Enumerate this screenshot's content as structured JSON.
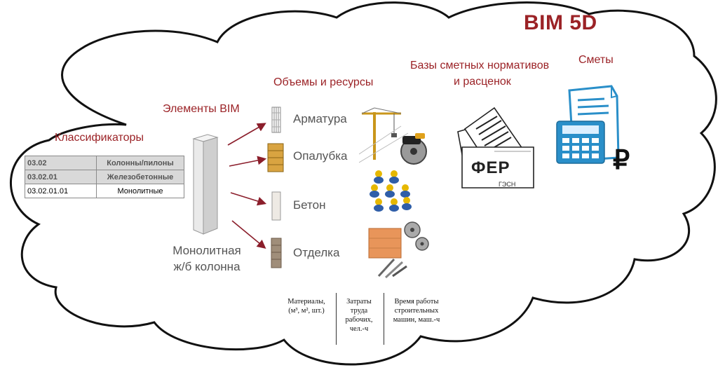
{
  "title": "BIM 5D",
  "classifiers": {
    "heading": "Классификаторы",
    "rows": [
      {
        "code": "03.02",
        "name": "Колонны/пилоны"
      },
      {
        "code": "03.02.01",
        "name": "Железобетонные"
      },
      {
        "code": "03.02.01.01",
        "name": "Монолитные"
      }
    ]
  },
  "bim_elements": {
    "heading": "Элементы BIM",
    "column_label_line1": "Монолитная",
    "column_label_line2": "ж/б колонна"
  },
  "volumes": {
    "heading": "Объемы и ресурсы",
    "items": [
      "Арматура",
      "Опалубка",
      "Бетон",
      "Отделка"
    ]
  },
  "resource_columns": [
    {
      "line1": "Материалы,",
      "line2": "(м³, м², шт.)"
    },
    {
      "line1": "Затраты",
      "line2": "труда",
      "line3": "рабочих,",
      "line4": "чел.-ч"
    },
    {
      "line1": "Время работы",
      "line2": "строительных",
      "line3": "машин, маш.-ч"
    }
  ],
  "norms": {
    "heading_line1": "Базы сметных нормативов",
    "heading_line2": "и расценок",
    "card_main": "ФЕР",
    "card_sub": "ГЭСН"
  },
  "estimates": {
    "heading": "Сметы",
    "currency_symbol": "₽"
  },
  "colors": {
    "accent": "#9b2226",
    "cloud_stroke": "#111111",
    "arrow": "#8b1e2b",
    "table_header_bg": "#d9d9d9",
    "calculator": "#2a8fc9"
  }
}
